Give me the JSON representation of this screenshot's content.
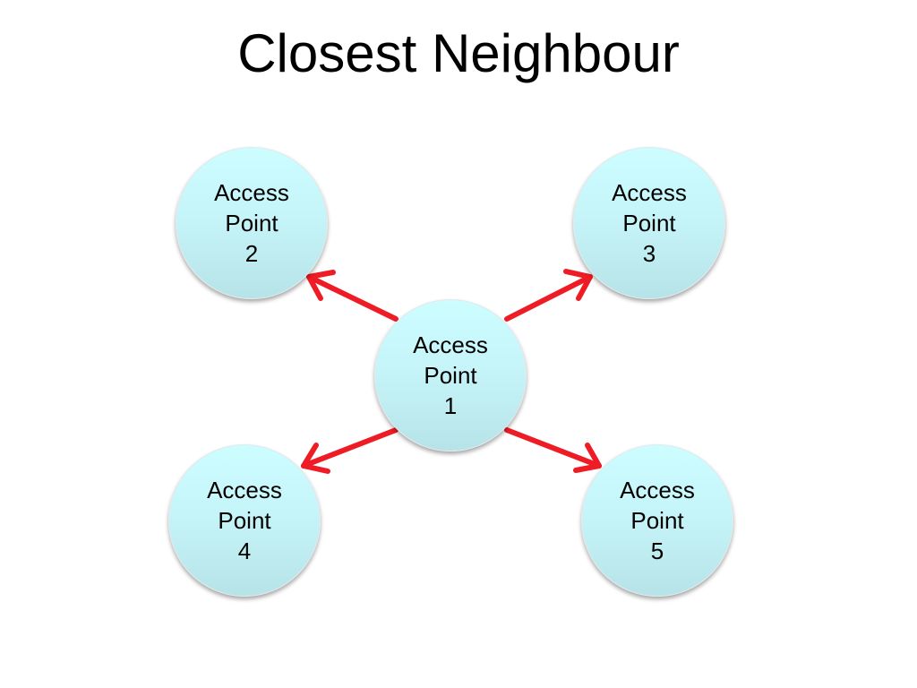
{
  "title": "Closest Neighbour",
  "nodes": [
    {
      "id": "1",
      "line1": "Access",
      "line2": "Point",
      "line3": "1"
    },
    {
      "id": "2",
      "line1": "Access",
      "line2": "Point",
      "line3": "2"
    },
    {
      "id": "3",
      "line1": "Access",
      "line2": "Point",
      "line3": "3"
    },
    {
      "id": "4",
      "line1": "Access",
      "line2": "Point",
      "line3": "4"
    },
    {
      "id": "5",
      "line1": "Access",
      "line2": "Point",
      "line3": "5"
    }
  ],
  "edges": [
    {
      "from": "1",
      "to": "2"
    },
    {
      "from": "1",
      "to": "3"
    },
    {
      "from": "1",
      "to": "4"
    },
    {
      "from": "1",
      "to": "5"
    }
  ],
  "colors": {
    "arrow": "#ee1c25",
    "node_fill_top": "#ccfdff",
    "node_fill_bottom": "#b6e3e8",
    "text": "#000000"
  }
}
